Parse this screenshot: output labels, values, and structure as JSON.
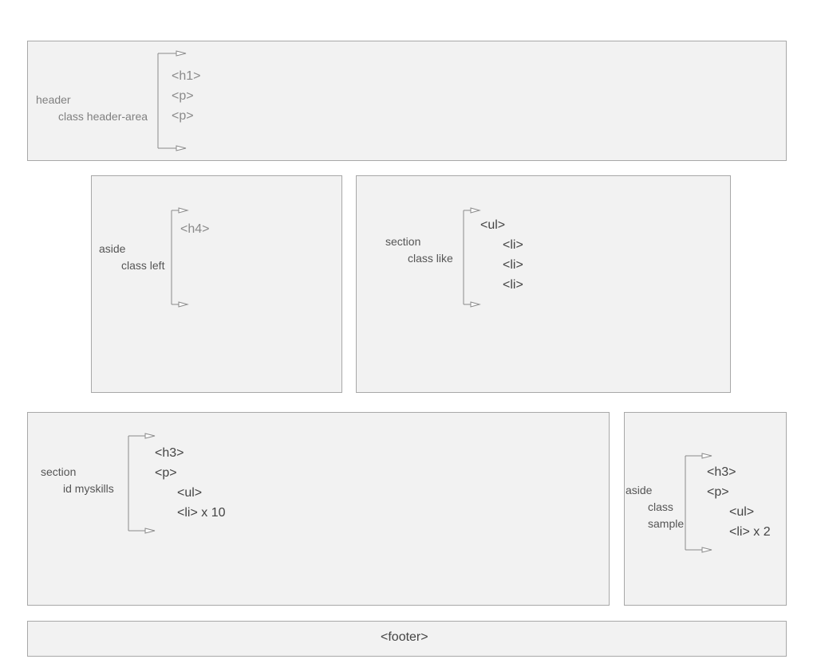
{
  "header": {
    "element": "header",
    "class_label": "class header-area",
    "children": [
      "<h1>",
      "<p>",
      "<p>"
    ]
  },
  "aside_left": {
    "element": "aside",
    "class_label": "class left",
    "children": [
      "<h4>"
    ]
  },
  "section_like": {
    "element": "section",
    "class_label": "class like",
    "children": [
      "<ul>",
      "<li>",
      "<li>",
      "<li>"
    ]
  },
  "section_skills": {
    "element": "section",
    "id_label": "id myskills",
    "children": [
      "<h3>",
      "<p>",
      "<ul>",
      "<li> x 10"
    ]
  },
  "aside_sample": {
    "element": "aside",
    "class_word": "class",
    "class_name": "sample",
    "children": [
      "<h3>",
      "<p>",
      "<ul>",
      "<li> x 2"
    ]
  },
  "footer": {
    "label": "<footer>"
  }
}
